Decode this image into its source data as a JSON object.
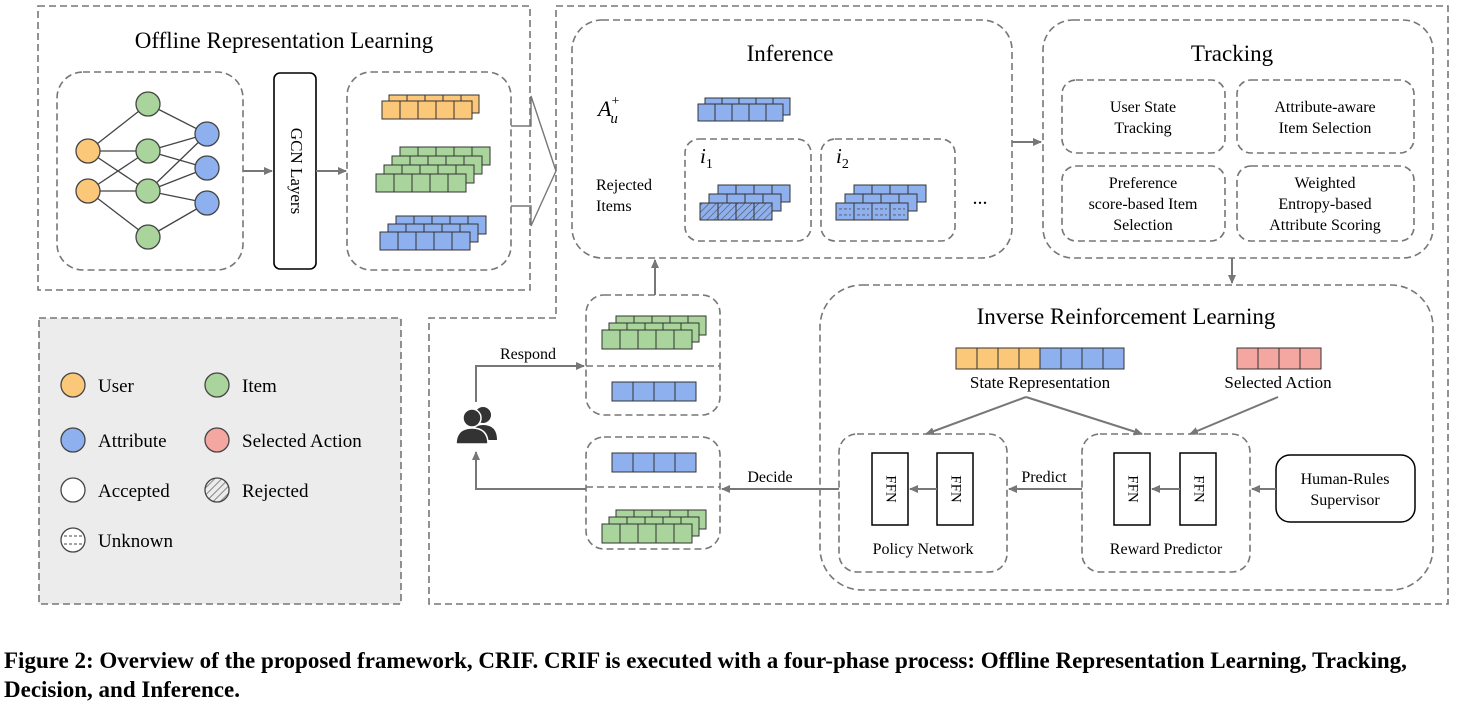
{
  "offline": {
    "title": "Offline Representation Learning",
    "gcn_label": "GCN Layers"
  },
  "legend": {
    "user": "User",
    "item": "Item",
    "attribute": "Attribute",
    "selected_action": "Selected Action",
    "accepted": "Accepted",
    "rejected": "Rejected",
    "unknown": "Unknown"
  },
  "inference": {
    "title": "Inference",
    "accepted_attr_symbol": "A",
    "accepted_attr_sub": "u",
    "accepted_attr_sup": "+",
    "rejected_items_line1": "Rejected",
    "rejected_items_line2": "Items",
    "item1_symbol": "i",
    "item1_sub": "1",
    "item2_symbol": "i",
    "item2_sub": "2",
    "ellipsis": "..."
  },
  "tracking": {
    "title": "Tracking",
    "boxes": [
      {
        "lines": [
          "User State",
          "Tracking"
        ]
      },
      {
        "lines": [
          "Attribute-aware",
          "Item Selection"
        ]
      },
      {
        "lines": [
          "Preference",
          "score-based Item",
          "Selection"
        ]
      },
      {
        "lines": [
          "Weighted",
          "Entropy-based",
          "Attribute Scoring"
        ]
      }
    ]
  },
  "irl": {
    "title": "Inverse Reinforcement Learning",
    "state_label": "State Representation",
    "action_label": "Selected Action",
    "ffn": "FFN",
    "policy_label": "Policy Network",
    "reward_label": "Reward Predictor",
    "supervisor_line1": "Human-Rules",
    "supervisor_line2": "Supervisor",
    "predict_label": "Predict"
  },
  "flow": {
    "respond_label": "Respond",
    "decide_label": "Decide"
  },
  "colors": {
    "user": "#fbc779",
    "item": "#a9d49b",
    "attribute": "#8fb0ee",
    "selected_action": "#f4a7a0",
    "legend_bg": "#ececec",
    "stroke": "#777777"
  },
  "caption": "Figure 2: Overview of the proposed framework, CRIF. CRIF is executed with a four-phase process: Offline Representation Learning, Tracking, Decision, and Inference."
}
